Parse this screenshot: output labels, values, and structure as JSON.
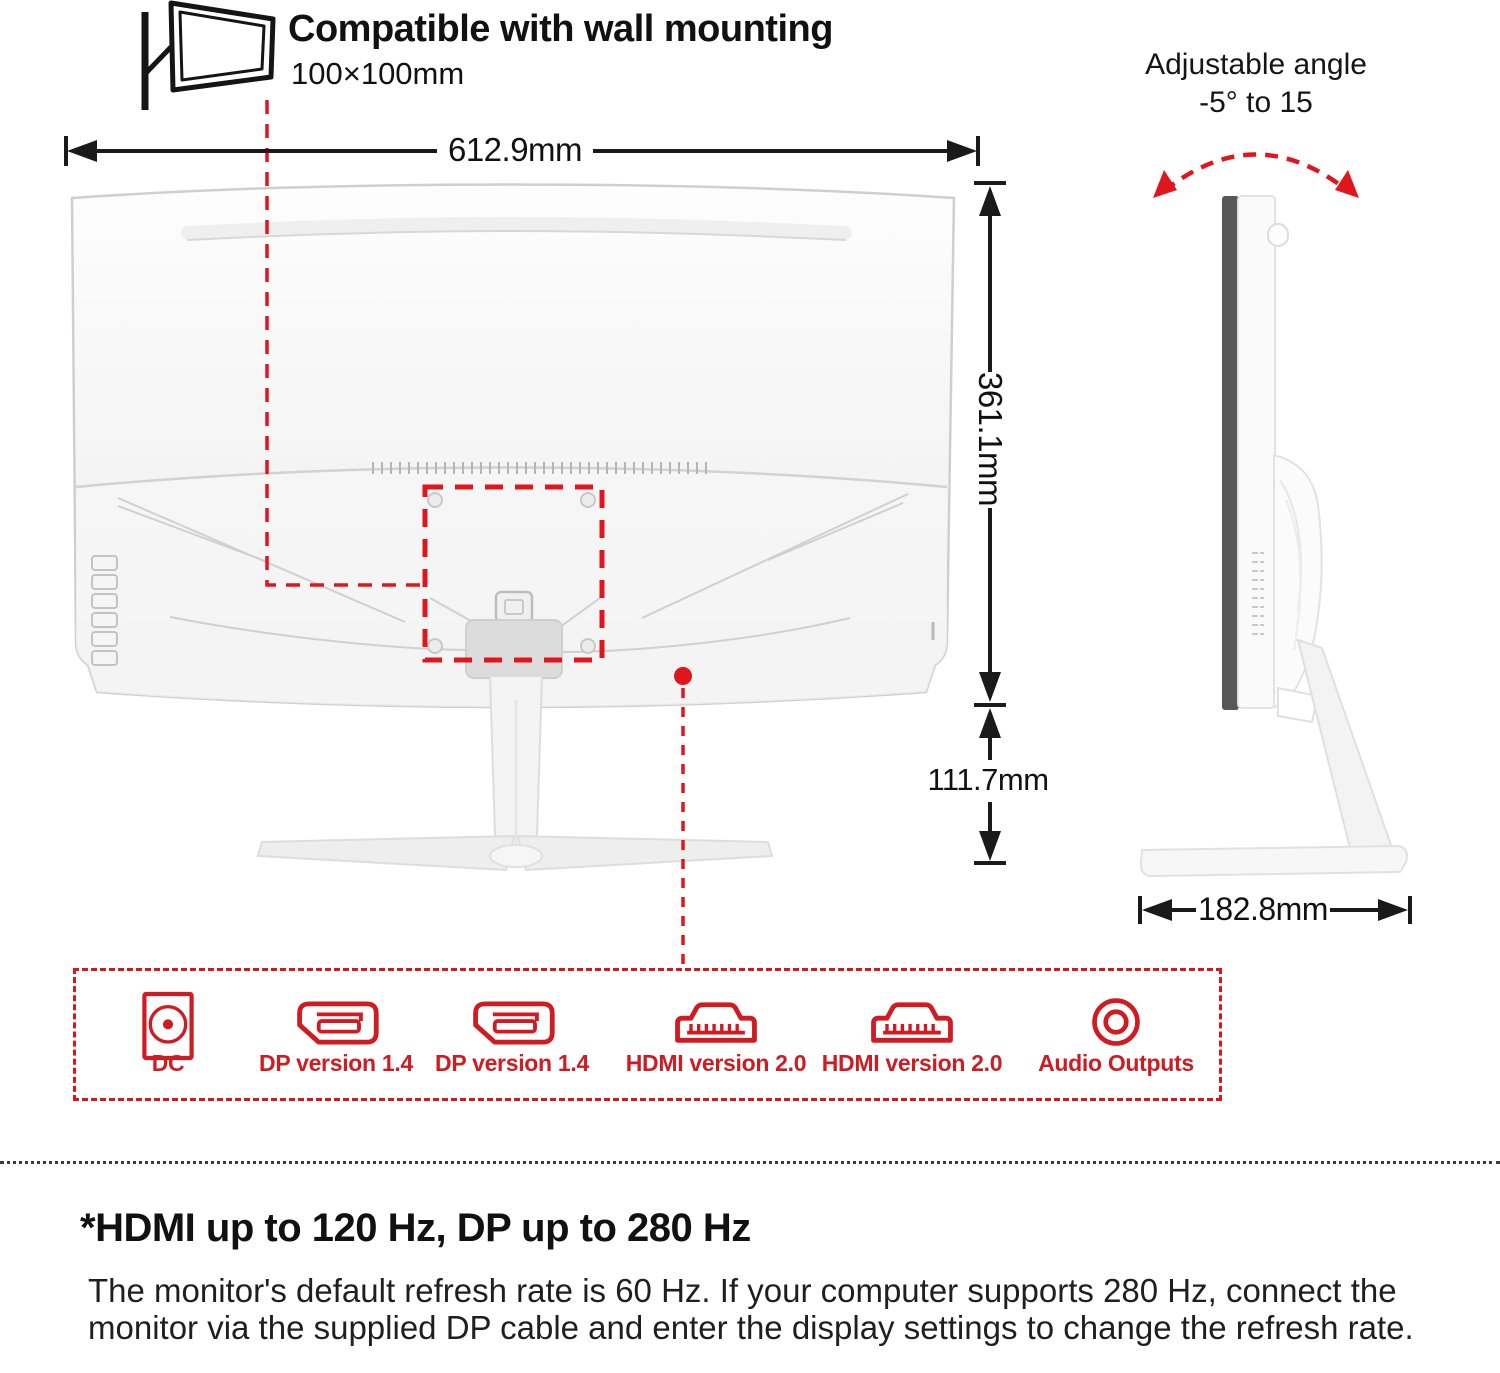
{
  "header": {
    "wall_mount_title": "Compatible with wall mounting",
    "wall_mount_size": "100×100mm",
    "angle_title": "Adjustable angle",
    "angle_range": "-5° to 15"
  },
  "dimensions": {
    "width": "612.9mm",
    "height": "361.1mm",
    "stand_height": "111.7mm",
    "base_depth": "182.8mm"
  },
  "ports": {
    "items": [
      {
        "icon": "dc-power-icon",
        "label": "DC"
      },
      {
        "icon": "displayport-icon",
        "label": "DP version 1.4"
      },
      {
        "icon": "displayport-icon",
        "label": "DP version 1.4"
      },
      {
        "icon": "hdmi-icon",
        "label": "HDMI version 2.0"
      },
      {
        "icon": "hdmi-icon",
        "label": "HDMI version 2.0"
      },
      {
        "icon": "audio-jack-icon",
        "label": "Audio Outputs"
      }
    ]
  },
  "footnote": {
    "title": "*HDMI up to 120 Hz, DP up to 280 Hz",
    "body": "The monitor's default refresh rate is 60 Hz. If your computer supports 280 Hz, connect the monitor via the supplied DP cable and enter the display settings to change the refresh rate."
  },
  "colors": {
    "accent_red": "#da161c",
    "ink": "#1a1a1a"
  }
}
